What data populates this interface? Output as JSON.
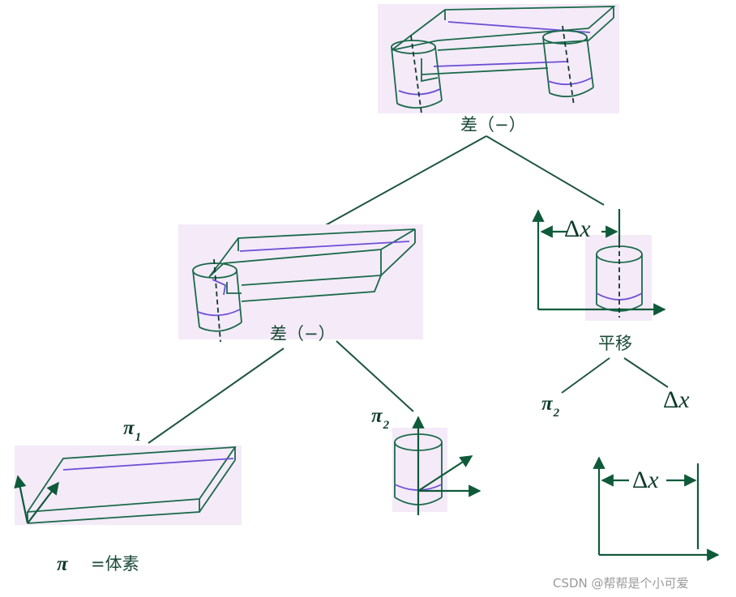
{
  "nodes": {
    "root_op": "差（−）",
    "mid_op": "差（−）",
    "translate_op": "平移",
    "pi1_base": "π",
    "pi1_sub": "1",
    "pi2_base": "π",
    "pi2_sub": "2",
    "pi2b_base": "π",
    "pi2b_sub": "2",
    "dx_delta": "Δ",
    "dx_var": "x"
  },
  "annotations": {
    "dx_top_delta": "Δ",
    "dx_top_var": "x",
    "dx_bottom_delta": "Δ",
    "dx_bottom_var": "x"
  },
  "legend": {
    "pi_symbol": "π",
    "text": "=体素"
  },
  "watermark": "CSDN @帮帮是个小可爱",
  "colors": {
    "tree_line": "#1f5540",
    "solid_edge": "#1a6a4a",
    "inner_edge": "#6d4fd6",
    "highlight_bg": "#f4eaf8"
  }
}
